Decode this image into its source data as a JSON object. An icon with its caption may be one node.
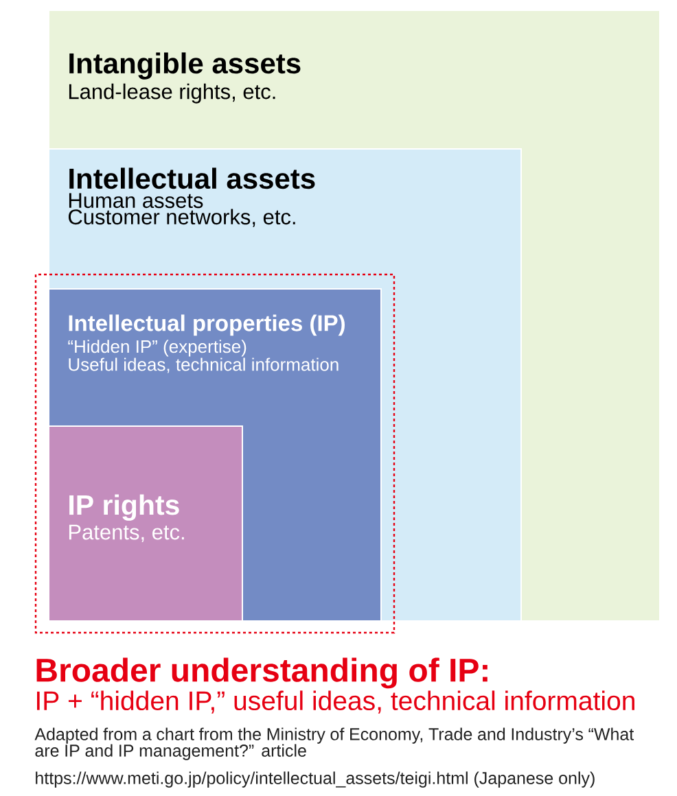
{
  "diagram": {
    "nodes": [
      {
        "text": [
          "Intangible assets",
          "Land-lease rights, etc."
        ]
      },
      {
        "text": [
          "Intellectual assets",
          "Human assets",
          "Customer networks, etc."
        ],
        "in": 0
      },
      {
        "text": [
          "Intellectual properties (IP)",
          "“Hidden IP” (expertise)",
          "Useful ideas, technical information"
        ],
        "in": 1
      },
      {
        "text": [
          "IP rights",
          "Patents, etc."
        ],
        "in": 2
      }
    ],
    "labels": [
      "Broader understanding of IP:",
      "IP + “hidden IP,” useful ideas, technical information",
      "Adapted from a chart from the Ministry of Economy, Trade and Industry’s “What are IP and IP management?” article",
      "https://www.meti.go.jp/policy/intellectual_assets/teigi.html (Japanese only)"
    ]
  }
}
